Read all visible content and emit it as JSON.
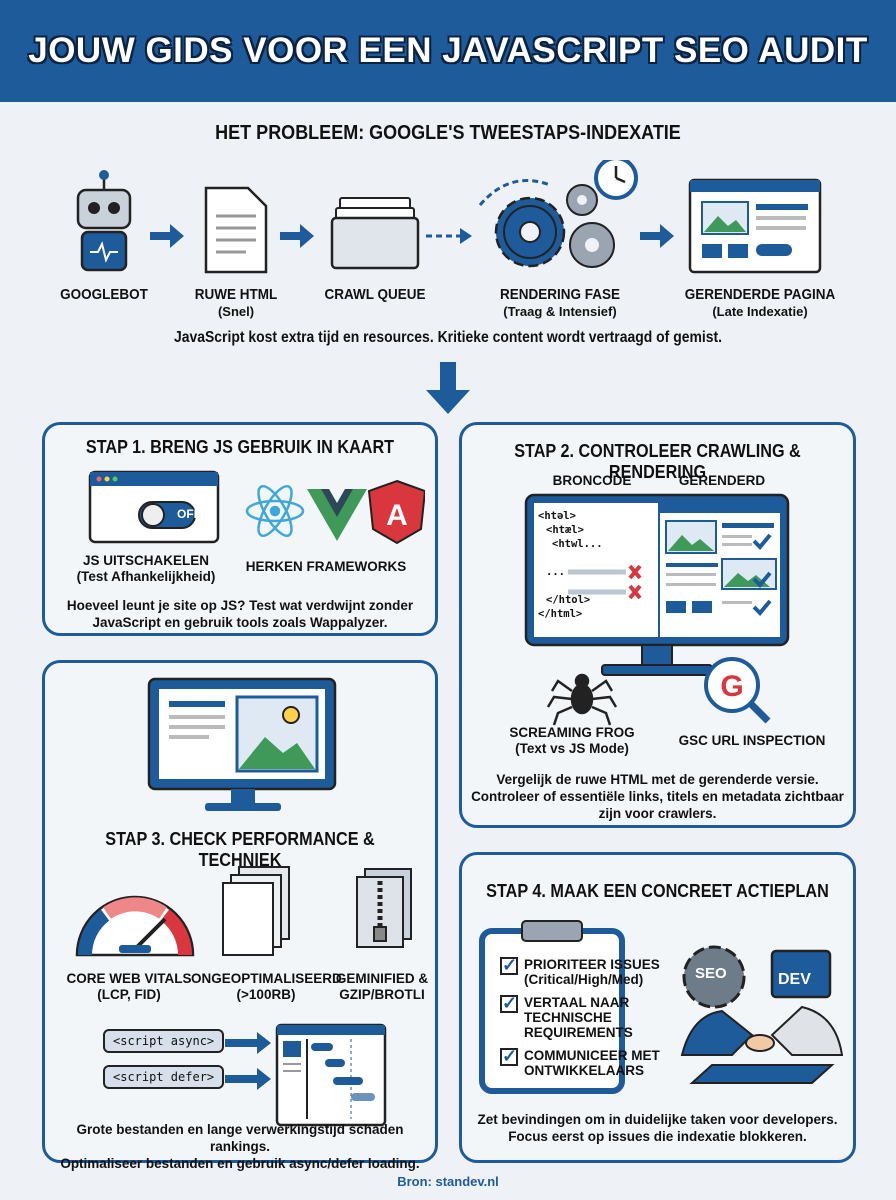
{
  "header": {
    "title": "JOUW GIDS VOOR EEN JAVASCRIPT SEO AUDIT"
  },
  "problem": {
    "title": "HET PROBLEEM: GOOGLE'S TWEESTAPS-INDEXATIE",
    "steps": [
      {
        "label": "GOOGLEBOT",
        "sub": ""
      },
      {
        "label": "RUWE HTML",
        "sub": "(Snel)"
      },
      {
        "label": "CRAWL QUEUE",
        "sub": ""
      },
      {
        "label": "RENDERING FASE",
        "sub": "(Traag & Intensief)"
      },
      {
        "label": "GERENDERDE PAGINA",
        "sub": "(Late Indexatie)"
      }
    ],
    "caption": "JavaScript kost extra tijd en resources. Kritieke content wordt vertraagd of gemist."
  },
  "stap1": {
    "title": "STAP 1. BRENG JS GEBRUIK IN KAART",
    "toggle": "OFF",
    "item1": "JS UITSCHAKELEN",
    "item1_sub": "(Test Afhankelijkheid)",
    "item2": "HERKEN FRAMEWORKS",
    "desc1": "Hoeveel leunt je site op JS? Test wat verdwijnt zonder",
    "desc2": "JavaScript en gebruik tools zoals Wappalyzer."
  },
  "stap2": {
    "title": "STAP 2. CONTROLEER CRAWLING & RENDERING",
    "col1": "BRONCODE",
    "col2": "GERENDERD",
    "code": [
      "<htəl>",
      "<htæl>",
      "<htwl...",
      "...",
      "</htol>",
      "</html>"
    ],
    "tool1": "SCREAMING FROG",
    "tool1_sub": "(Text vs JS Mode)",
    "tool2": "GSC URL INSPECTION",
    "desc1": "Vergelijk de ruwe HTML met de gerenderde versie.",
    "desc2": "Controleer of essentiële links, titels en metadata zichtbaar",
    "desc3": "zijn voor crawlers."
  },
  "stap3": {
    "title": "STAP 3. CHECK PERFORMANCE & TECHNIEK",
    "m1": "CORE WEB VITALS",
    "m1_sub": "(LCP, FID)",
    "m2": "ONGEOPTIMALISEERD",
    "m2_sub": "(>100RB)",
    "m3": "GEMINIFIED &",
    "m3_sub": "GZIP/BROTLI",
    "code1": "<script async>",
    "code2": "<script defer>",
    "desc1": "Grote bestanden en lange verwerkingstijd schaden rankings.",
    "desc2": "Optimaliseer bestanden en gebruik async/defer loading."
  },
  "stap4": {
    "title": "STAP 4. MAAK EEN CONCREET ACTIEPLAN",
    "checks": [
      [
        "PRIORITEER ISSUES",
        "(Critical/High/Med)"
      ],
      [
        "VERTAAL NAAR",
        "TECHNISCHE",
        "REQUIREMENTS"
      ],
      [
        "COMMUNICEER MET",
        "ONTWIKKELAARS"
      ]
    ],
    "badge1": "SEO",
    "badge2": "DEV",
    "desc1": "Zet bevindingen om in duidelijke taken voor developers.",
    "desc2": "Focus eerst op issues die indexatie blokkeren."
  },
  "footer": {
    "source": "Bron: standev.nl"
  },
  "colors": {
    "primary": "#1d5b9b",
    "background": "#eef2f6",
    "error": "#d9363e",
    "success": "#1d5b9b",
    "green": "#3f9a5a"
  }
}
